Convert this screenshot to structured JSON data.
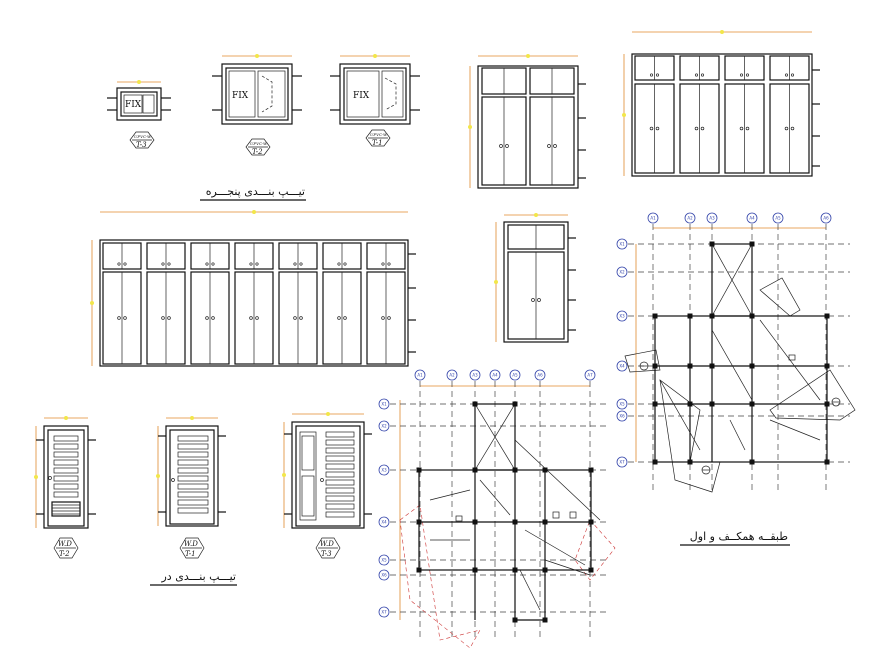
{
  "titles": {
    "window_schedule": "تیـــپ بنـــدی پنجـــره",
    "door_schedule": "تیـــپ بنـــدی در",
    "floor_plan": "طبقــه همکــف و اول"
  },
  "window_tags": [
    {
      "code": "UPVC-W",
      "type": "T-3"
    },
    {
      "code": "UPVC-W",
      "type": "T-2"
    },
    {
      "code": "UPVC-W",
      "type": "T-1"
    }
  ],
  "fix_label": "FIX",
  "door_tags": [
    {
      "code": "W.D",
      "type": "T-2"
    },
    {
      "code": "W.D",
      "type": "T-1"
    },
    {
      "code": "W.D",
      "type": "T-3"
    }
  ],
  "grid_top_right": [
    "A1",
    "A2",
    "A3",
    "A4",
    "A5",
    "A6"
  ],
  "grid_left_right": [
    "X1",
    "X2",
    "X3",
    "X4",
    "X5",
    "X6",
    "X7"
  ],
  "grid_top_lower": [
    "A1",
    "A2",
    "A3",
    "A4",
    "A5",
    "A6",
    "A7"
  ],
  "grid_left_lower": [
    "X1",
    "X2",
    "X3",
    "X4",
    "X5",
    "X6",
    "X7"
  ]
}
